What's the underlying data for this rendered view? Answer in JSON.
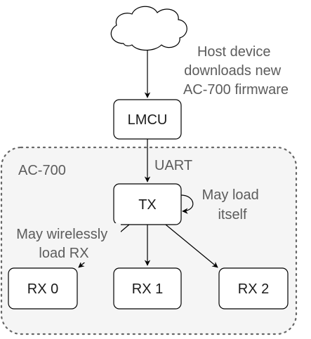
{
  "cloud": {
    "icon": "cloud-icon"
  },
  "host_note": {
    "lines": [
      "Host device",
      "downloads new",
      "AC-700 firmware"
    ]
  },
  "nodes": {
    "lmcu": "LMCU",
    "tx": "TX",
    "rx0": "RX 0",
    "rx1": "RX 1",
    "rx2": "RX 2"
  },
  "group": {
    "label": "AC-700"
  },
  "edge_labels": {
    "uart": "UART",
    "self_load": [
      "May load",
      "itself"
    ],
    "wireless": [
      "May wirelessly",
      "load RX"
    ]
  },
  "colors": {
    "group_fill": "#f5f5f5",
    "group_border": "#666666",
    "stroke": "#000000",
    "muted_text": "#5c5c5c"
  }
}
